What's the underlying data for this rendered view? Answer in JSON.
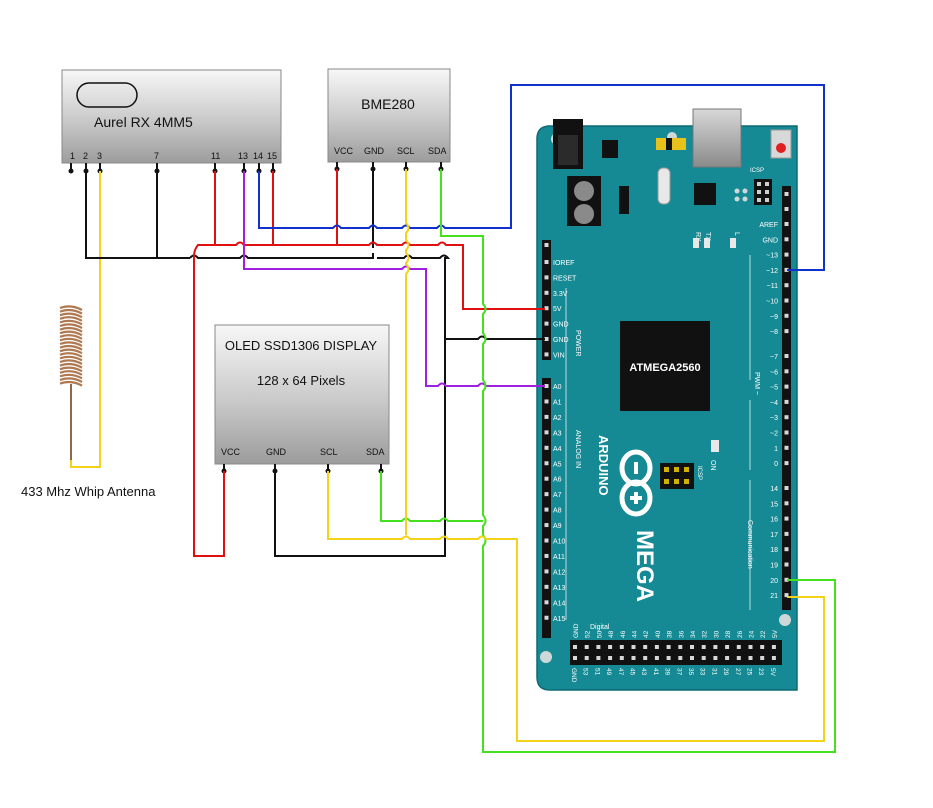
{
  "modules": {
    "rx": {
      "title": "Aurel RX 4MM5",
      "pins": [
        "1",
        "2",
        "3",
        "7",
        "11",
        "13",
        "14",
        "15"
      ]
    },
    "bme": {
      "title": "BME280",
      "pins": [
        "VCC",
        "GND",
        "SCL",
        "SDA"
      ]
    },
    "oled": {
      "title": "OLED SSD1306 DISPLAY",
      "subtitle": "128 x 64 Pixels",
      "pins": [
        "VCC",
        "GND",
        "SCL",
        "SDA"
      ]
    }
  },
  "antenna": {
    "label": "433 Mhz Whip Antenna"
  },
  "arduino": {
    "chip": "ATMEGA2560",
    "brand": "ARDUINO",
    "model": "MEGA",
    "icsp": "ICSP",
    "icsp2": "ICSP",
    "on_label": "ON",
    "led_labels": [
      "RX",
      "TX",
      "L"
    ],
    "power_section": "POWER",
    "analog_section": "ANALOG IN",
    "pwm_section": "PWM ~",
    "comm_section": "Communication",
    "digital_section": "Digital",
    "power_pins": [
      "IOREF",
      "RESET",
      "3.3V",
      "5V",
      "GND",
      "GND",
      "VIN"
    ],
    "analog_pins": [
      "A0",
      "A1",
      "A2",
      "A3",
      "A4",
      "A5",
      "A6",
      "A7",
      "A8",
      "A9",
      "A10",
      "A11",
      "A12",
      "A13",
      "A14",
      "A15"
    ],
    "right_top_pins": [
      "AREF",
      "GND",
      "~13",
      "~12",
      "~11",
      "~10",
      "~9",
      "~8"
    ],
    "right_mid_pins": [
      "~7",
      "~6",
      "~5",
      "~4",
      "~3",
      "~2",
      "1",
      "0"
    ],
    "right_bottom_pins": [
      "14",
      "15",
      "16",
      "17",
      "18",
      "19",
      "20",
      "21"
    ],
    "bottom_row_top": [
      "GND",
      "52",
      "50",
      "48",
      "46",
      "44",
      "42",
      "40",
      "38",
      "36",
      "34",
      "32",
      "30",
      "28",
      "26",
      "24",
      "22",
      "5V"
    ],
    "bottom_row_bottom": [
      "GND",
      "53",
      "51",
      "49",
      "47",
      "45",
      "43",
      "41",
      "39",
      "37",
      "35",
      "33",
      "31",
      "29",
      "27",
      "25",
      "23",
      "5V"
    ]
  },
  "wire_colors": {
    "red": "#e01010",
    "black": "#111111",
    "yellow": "#f2d21a",
    "green": "#45e020",
    "blue": "#1030d0",
    "purple": "#a020e0",
    "board": "#168a94"
  }
}
